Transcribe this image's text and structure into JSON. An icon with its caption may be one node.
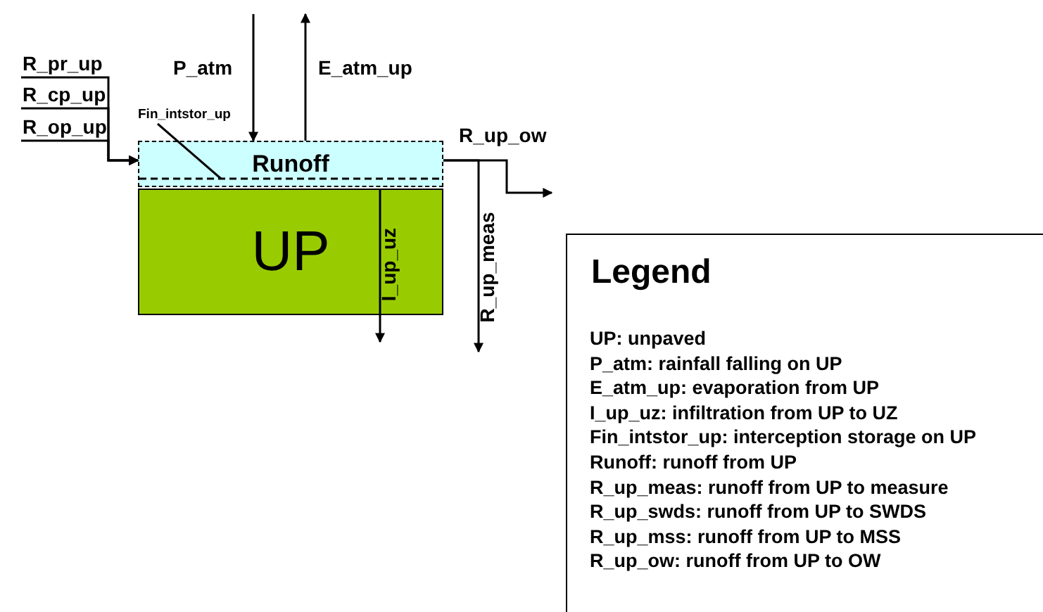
{
  "diagram": {
    "nodes": [
      {
        "text": [
          "Runoff"
        ]
      },
      {
        "text": [
          "UP"
        ]
      },
      {
        "text": [
          "Fin_intstor_up"
        ]
      }
    ],
    "edges": [
      {
        "from": null,
        "to": 0,
        "arrow": "to",
        "label": "P_atm"
      },
      {
        "from": 0,
        "to": null,
        "arrow": "to",
        "label": "E_atm_up"
      },
      {
        "from": null,
        "to": 0,
        "arrow": "to",
        "label": "R_pr_up"
      },
      {
        "from": null,
        "to": 0,
        "arrow": "to",
        "label": "R_cp_up"
      },
      {
        "from": null,
        "to": 0,
        "arrow": "to",
        "label": "R_op_up"
      },
      {
        "from": 1,
        "to": null,
        "arrow": "to",
        "label": "I_up_uz"
      },
      {
        "from": 0,
        "to": null,
        "arrow": "to",
        "label": "R_up_meas"
      },
      {
        "from": 0,
        "to": null,
        "arrow": "to",
        "label": "R_up_ow"
      },
      {
        "from": 2,
        "to": 0,
        "arrow": "none"
      }
    ],
    "labels": [
      "Legend"
    ],
    "legend": [
      {
        "text": "UP: unpaved"
      },
      {
        "text": "P_atm: rainfall falling on UP"
      },
      {
        "text": "E_atm_up: evaporation from UP"
      },
      {
        "text": "I_up_uz: infiltration from UP to UZ"
      },
      {
        "text": "Fin_intstor_up: interception storage on UP"
      },
      {
        "text": "Runoff: runoff from UP"
      },
      {
        "text": "R_up_meas: runoff from UP to measure"
      },
      {
        "text": "R_up_swds: runoff from UP to SWDS"
      },
      {
        "text": "R_up_mss: runoff from UP to MSS"
      },
      {
        "text": "R_up_ow: runoff from UP to OW"
      }
    ]
  }
}
